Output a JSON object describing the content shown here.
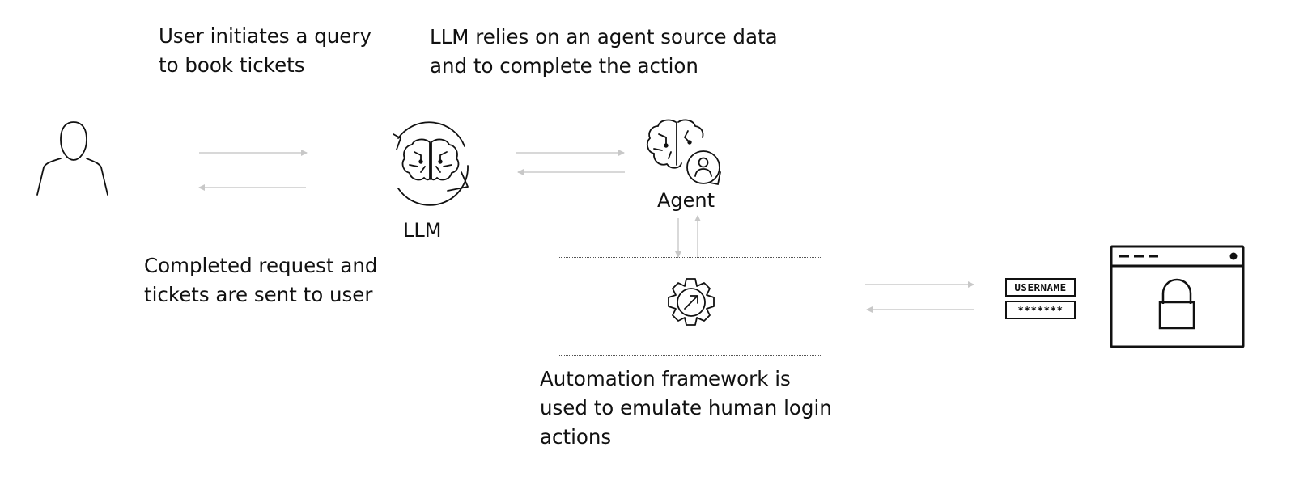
{
  "captions": {
    "user_query": "User initiates a query\nto book tickets",
    "llm_relies": "LLM relies on an agent source data\nand to complete the action",
    "completed": "Completed request and\ntickets are sent to user",
    "automation": "Automation framework is\nused to emulate human login\nactions"
  },
  "nodes": {
    "llm_label": "LLM",
    "agent_label": "Agent"
  },
  "credentials": {
    "username": "USERNAME",
    "password": "*******"
  },
  "icons": {
    "user": "user-icon",
    "llm": "brain-cycle-icon",
    "agent": "brain-user-icon",
    "automation": "gear-icon",
    "login": "browser-lock-icon"
  },
  "colors": {
    "arrow": "#cccccc",
    "stroke": "#111111"
  }
}
